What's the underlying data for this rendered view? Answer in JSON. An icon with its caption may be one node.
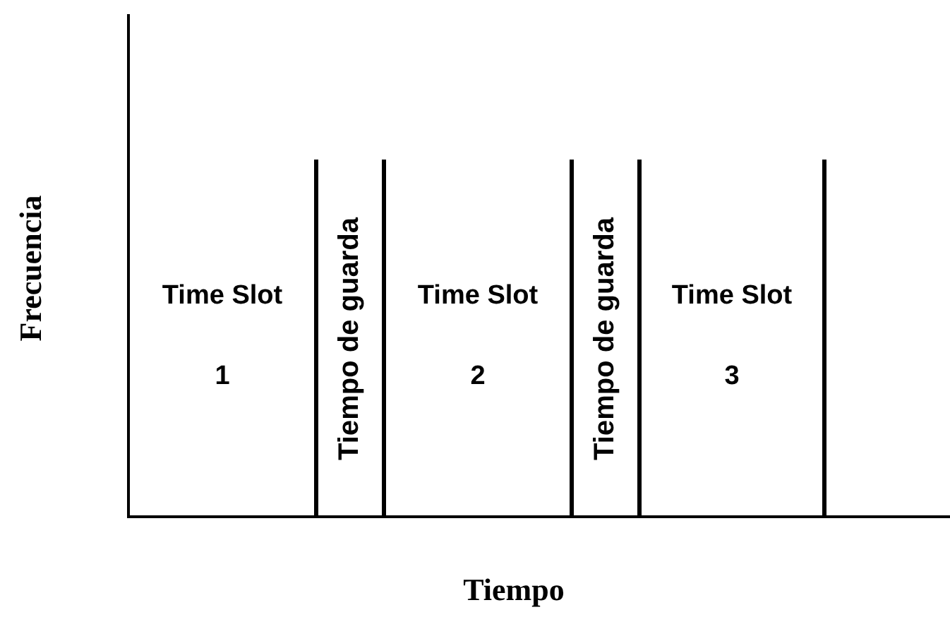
{
  "diagram": {
    "nodes": [
      {
        "text": [
          "Time Slot",
          "1"
        ]
      },
      {
        "text": [
          "Tiempo de guarda"
        ]
      },
      {
        "text": [
          "Time Slot",
          "2"
        ]
      },
      {
        "text": [
          "Tiempo de guarda"
        ]
      },
      {
        "text": [
          "Time Slot",
          "3"
        ]
      }
    ],
    "labels": [
      "Frecuencia",
      "Tiempo"
    ]
  }
}
